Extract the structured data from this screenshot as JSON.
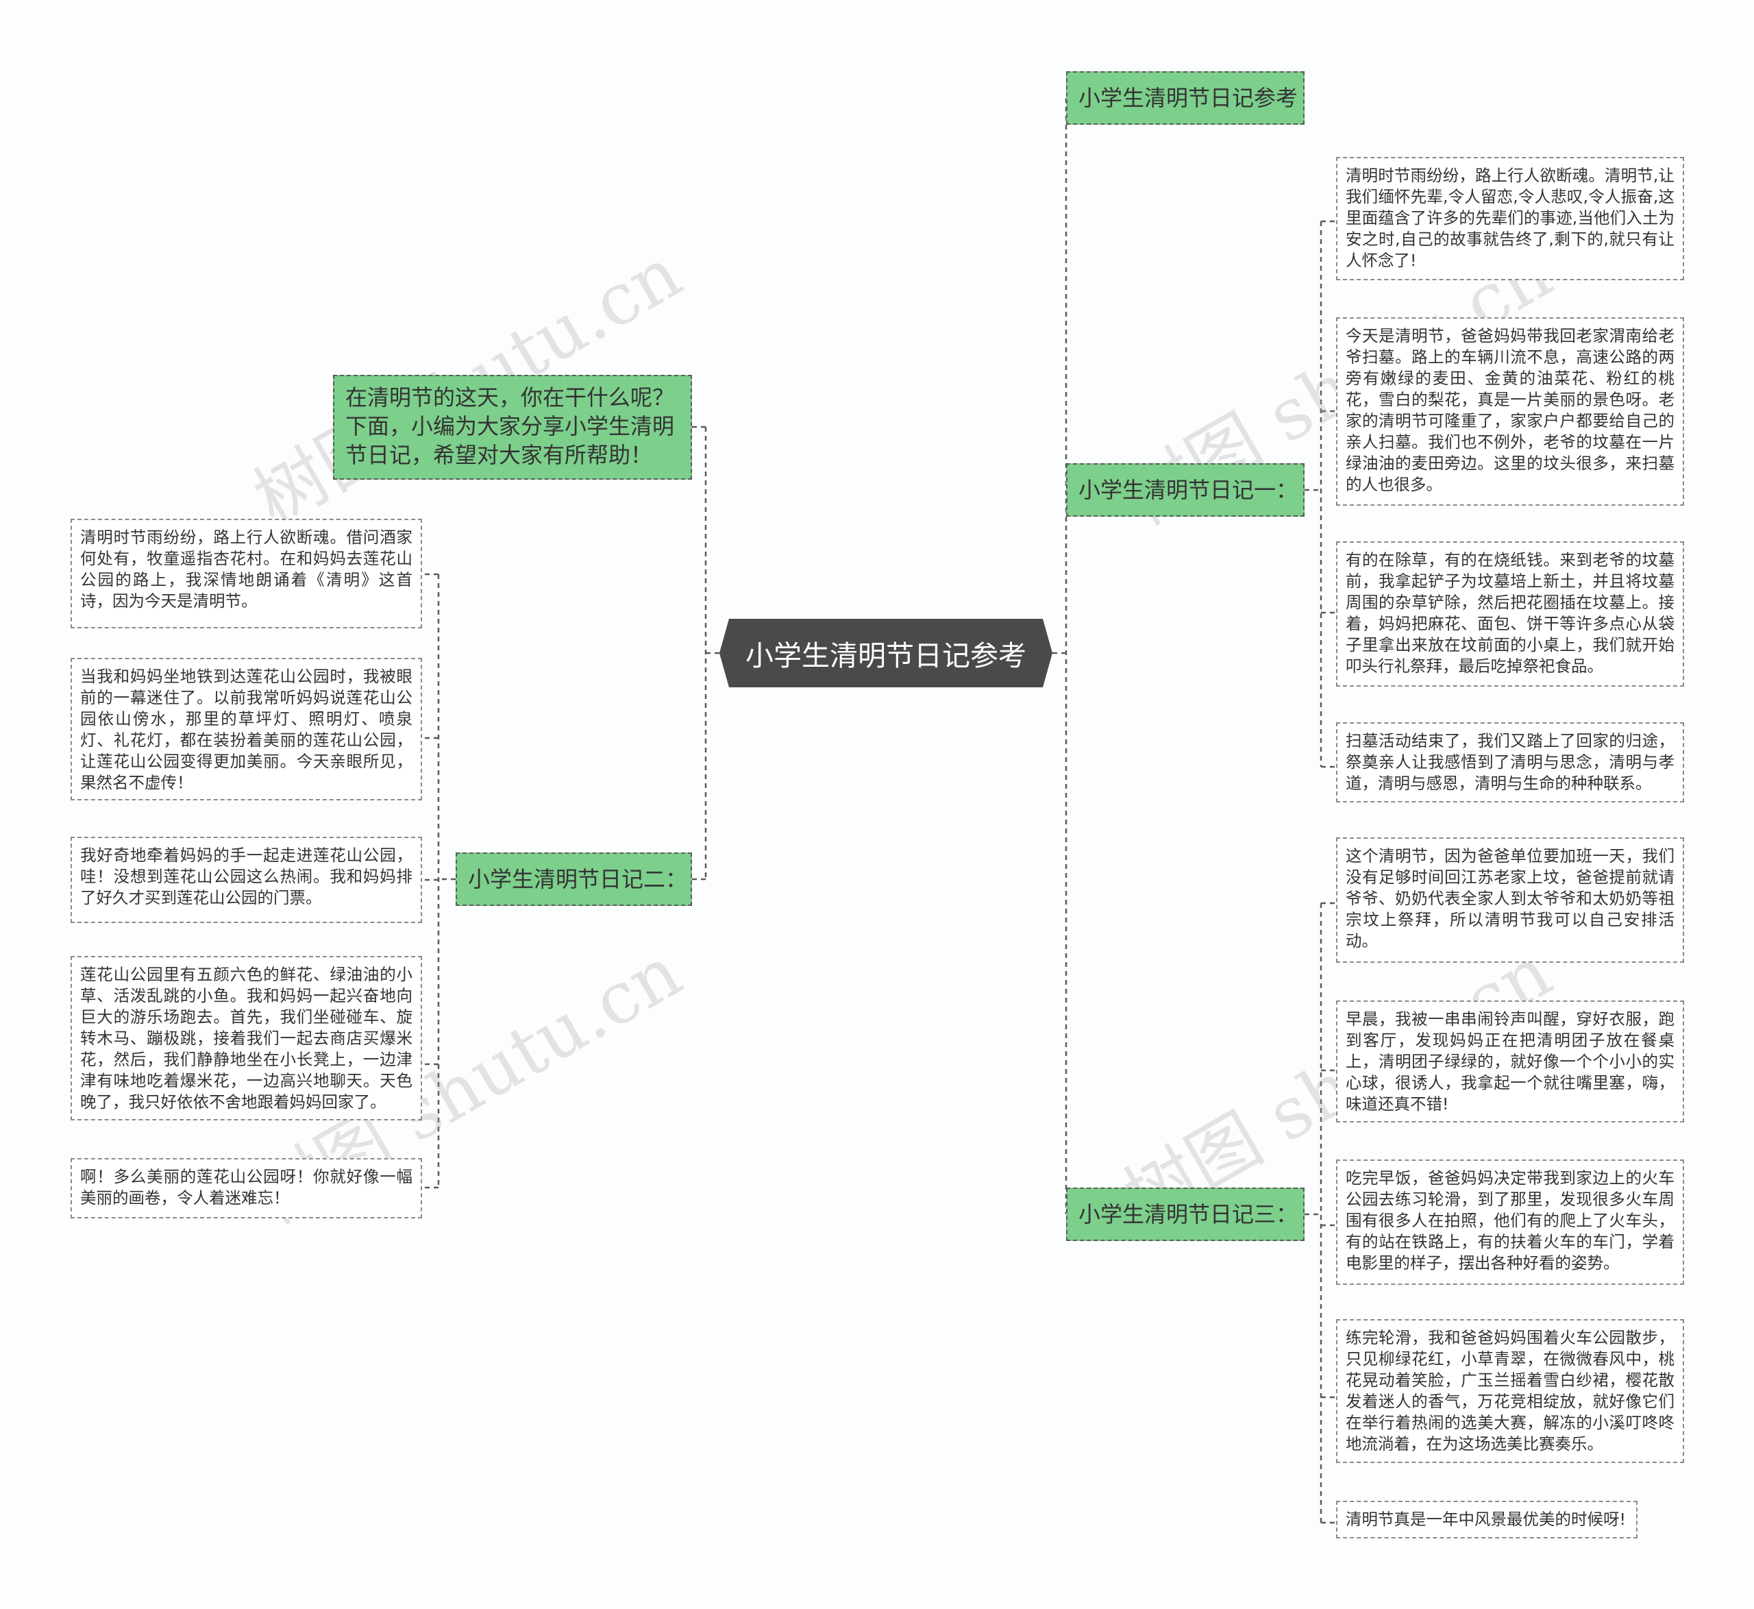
{
  "root": "小学生清明节日记参考",
  "watermark": "树图 shutu.cn",
  "intro": "在清明节的这天，你在干什么呢？下面，小编为大家分享小学生清明节日记，希望对大家有所帮助！",
  "branches": {
    "title": "小学生清明节日记参考",
    "diary1": {
      "label": "小学生清明节日记一：",
      "items": [
        "清明时节雨纷纷，路上行人欲断魂。清明节,让我们缅怀先辈,令人留恋,令人悲叹,令人振奋,这里面蕴含了许多的先辈们的事迹,当他们入土为安之时,自己的故事就告终了,剩下的,就只有让人怀念了!",
        "今天是清明节，爸爸妈妈带我回老家渭南给老爷扫墓。路上的车辆川流不息，高速公路的两旁有嫩绿的麦田、金黄的油菜花、粉红的桃花，雪白的梨花，真是一片美丽的景色呀。老家的清明节可隆重了，家家户户都要给自己的亲人扫墓。我们也不例外，老爷的坟墓在一片绿油油的麦田旁边。这里的坟头很多，来扫墓的人也很多。",
        "有的在除草，有的在烧纸钱。来到老爷的坟墓前，我拿起铲子为坟墓培上新土，并且将坟墓周围的杂草铲除，然后把花圈插在坟墓上。接着，妈妈把麻花、面包、饼干等许多点心从袋子里拿出来放在坟前面的小桌上，我们就开始叩头行礼祭拜，最后吃掉祭祀食品。",
        "扫墓活动结束了，我们又踏上了回家的归途，祭奠亲人让我感悟到了清明与思念，清明与孝道，清明与感恩，清明与生命的种种联系。"
      ]
    },
    "diary2": {
      "label": "小学生清明节日记二：",
      "items": [
        "清明时节雨纷纷，路上行人欲断魂。借问酒家何处有，牧童遥指杏花村。在和妈妈去莲花山公园的路上，我深情地朗诵着《清明》这首诗，因为今天是清明节。",
        "当我和妈妈坐地铁到达莲花山公园时，我被眼前的一幕迷住了。以前我常听妈妈说莲花山公园依山傍水，那里的草坪灯、照明灯、喷泉灯、礼花灯，都在装扮着美丽的莲花山公园，让莲花山公园变得更加美丽。今天亲眼所见，果然名不虚传！",
        "我好奇地牵着妈妈的手一起走进莲花山公园，哇！没想到莲花山公园这么热闹。我和妈妈排了好久才买到莲花山公园的门票。",
        "莲花山公园里有五颜六色的鲜花、绿油油的小草、活泼乱跳的小鱼。我和妈妈一起兴奋地向巨大的游乐场跑去。首先，我们坐碰碰车、旋转木马、蹦极跳，接着我们一起去商店买爆米花，然后，我们静静地坐在小长凳上，一边津津有味地吃着爆米花，一边高兴地聊天。天色晚了，我只好依依不舍地跟着妈妈回家了。",
        "啊！多么美丽的莲花山公园呀！你就好像一幅美丽的画卷，令人着迷难忘！"
      ]
    },
    "diary3": {
      "label": "小学生清明节日记三：",
      "items": [
        "这个清明节，因为爸爸单位要加班一天，我们没有足够时间回江苏老家上坟，爸爸提前就请爷爷、奶奶代表全家人到太爷爷和太奶奶等祖宗坟上祭拜，所以清明节我可以自己安排活动。",
        "早晨，我被一串串闹铃声叫醒，穿好衣服，跑到客厅，发现妈妈正在把清明团子放在餐桌上，清明团子绿绿的，就好像一个个小小的实心球，很诱人，我拿起一个就往嘴里塞，嗨，味道还真不错!",
        "吃完早饭，爸爸妈妈决定带我到家边上的火车公园去练习轮滑，到了那里，发现很多火车周围有很多人在拍照，他们有的爬上了火车头，有的站在铁路上，有的扶着火车的车门，学着电影里的样子，摆出各种好看的姿势。",
        "练完轮滑，我和爸爸妈妈围着火车公园散步，只见柳绿花红，小草青翠，在微微春风中，桃花晃动着笑脸，广玉兰摇着雪白纱裙，樱花散发着迷人的香气，万花竞相绽放，就好像它们在举行着热闹的选美大赛，解冻的小溪叮咚咚地流淌着，在为这场选美比赛奏乐。",
        "清明节真是一年中风景最优美的时候呀!"
      ]
    }
  },
  "colors": {
    "root_bg": "#4b4a4a",
    "branch_bg": "#7dcf8c",
    "leaf_bg": "#ffffff",
    "connector": "#5a5a5a"
  }
}
